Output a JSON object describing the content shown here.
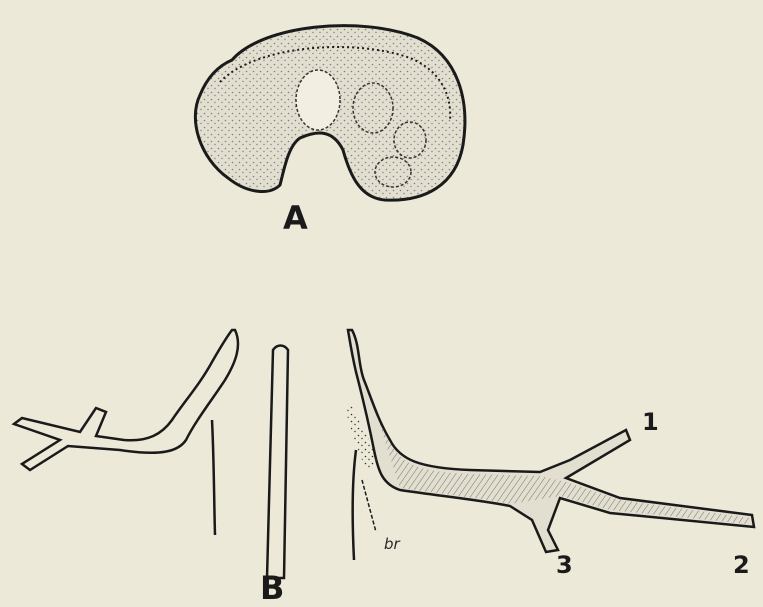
{
  "figure": {
    "panel_a": {
      "label": "A"
    },
    "panel_b": {
      "label": "B",
      "branch_labels": [
        "1",
        "2",
        "3"
      ],
      "structure_label": "br"
    }
  },
  "colors": {
    "paper": "#ece9d8",
    "ink": "#1a1a1a",
    "section_fill": "#e2dfd0"
  }
}
